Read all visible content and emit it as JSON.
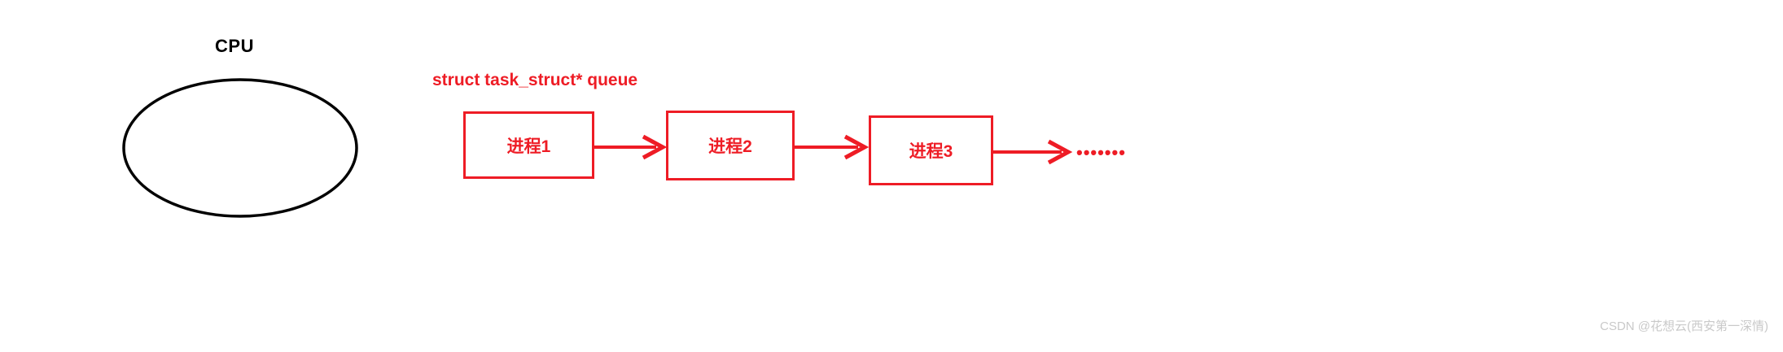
{
  "diagram": {
    "cpu": {
      "label": "CPU",
      "shape": "ellipse",
      "stroke_color": "#000000",
      "label_color": "#000000"
    },
    "queue": {
      "title": "struct task_struct* queue",
      "accent_color": "#ee1c25",
      "nodes": [
        {
          "label": "进程1"
        },
        {
          "label": "进程2"
        },
        {
          "label": "进程3"
        }
      ],
      "connector_count": 3,
      "continuation": "•••••••"
    }
  },
  "watermark": {
    "text": "CSDN @花想云(西安第一深情)",
    "color": "#c9c9c9"
  }
}
